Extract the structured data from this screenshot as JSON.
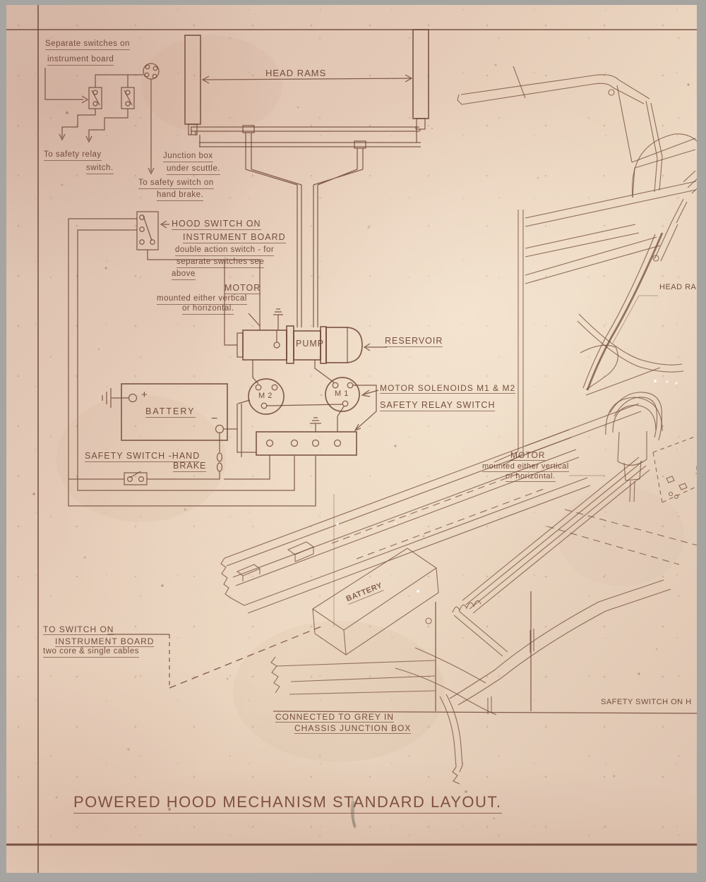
{
  "document": {
    "kind": "vintage blueprint technical drawing",
    "title": "POWERED HOOD MECHANISM STANDARD LAYOUT."
  },
  "colors": {
    "paper": "#e4cab6",
    "ink": "#6f4737",
    "surround_gray": "#a6a4a1"
  },
  "schematic": {
    "separate_switches_1": "Separate switches on",
    "separate_switches_2": "instrument board",
    "to_safety_relay_1": "To safety relay",
    "to_safety_relay_2": "switch.",
    "junction_box_1": "Junction box",
    "junction_box_2": "under scuttle.",
    "to_safety_switch_1": "To safety switch on",
    "to_safety_switch_2": "hand brake.",
    "head_rams": "HEAD RAMS",
    "hood_switch_1": "HOOD SWITCH ON",
    "hood_switch_2": "INSTRUMENT BOARD",
    "hood_switch_3": "double action switch - for",
    "hood_switch_4": "separate switches see",
    "hood_switch_5": "above",
    "motor": "MOTOR",
    "motor_note_1": "mounted either vertical",
    "motor_note_2": "or horizontal.",
    "pump": "PUMP",
    "reservoir": "RESERVOIR",
    "solenoids": "MOTOR SOLENOIDS M1 & M2",
    "safety_relay": "SAFETY RELAY SWITCH",
    "m2": "M 2",
    "m1": "M 1",
    "battery": "BATTERY",
    "plus": "+",
    "minus": "−",
    "handbrake_1": "SAFETY SWITCH -HAND",
    "handbrake_2": "BRAKE",
    "to_switch_1": "TO SWITCH ON",
    "to_switch_2": "INSTRUMENT BOARD",
    "to_switch_3": "two core & single cables",
    "connected_1": "CONNECTED TO GREY IN",
    "connected_2": "CHASSIS JUNCTION BOX"
  },
  "perspective": {
    "head_rams_clipped": "HEAD RA",
    "motor": "MOTOR",
    "motor_note_1": "mounted either vertical",
    "motor_note_2": "or horizontal.",
    "battery": "BATTERY",
    "safety_switch_clipped": "SAFETY SWITCH ON H"
  }
}
